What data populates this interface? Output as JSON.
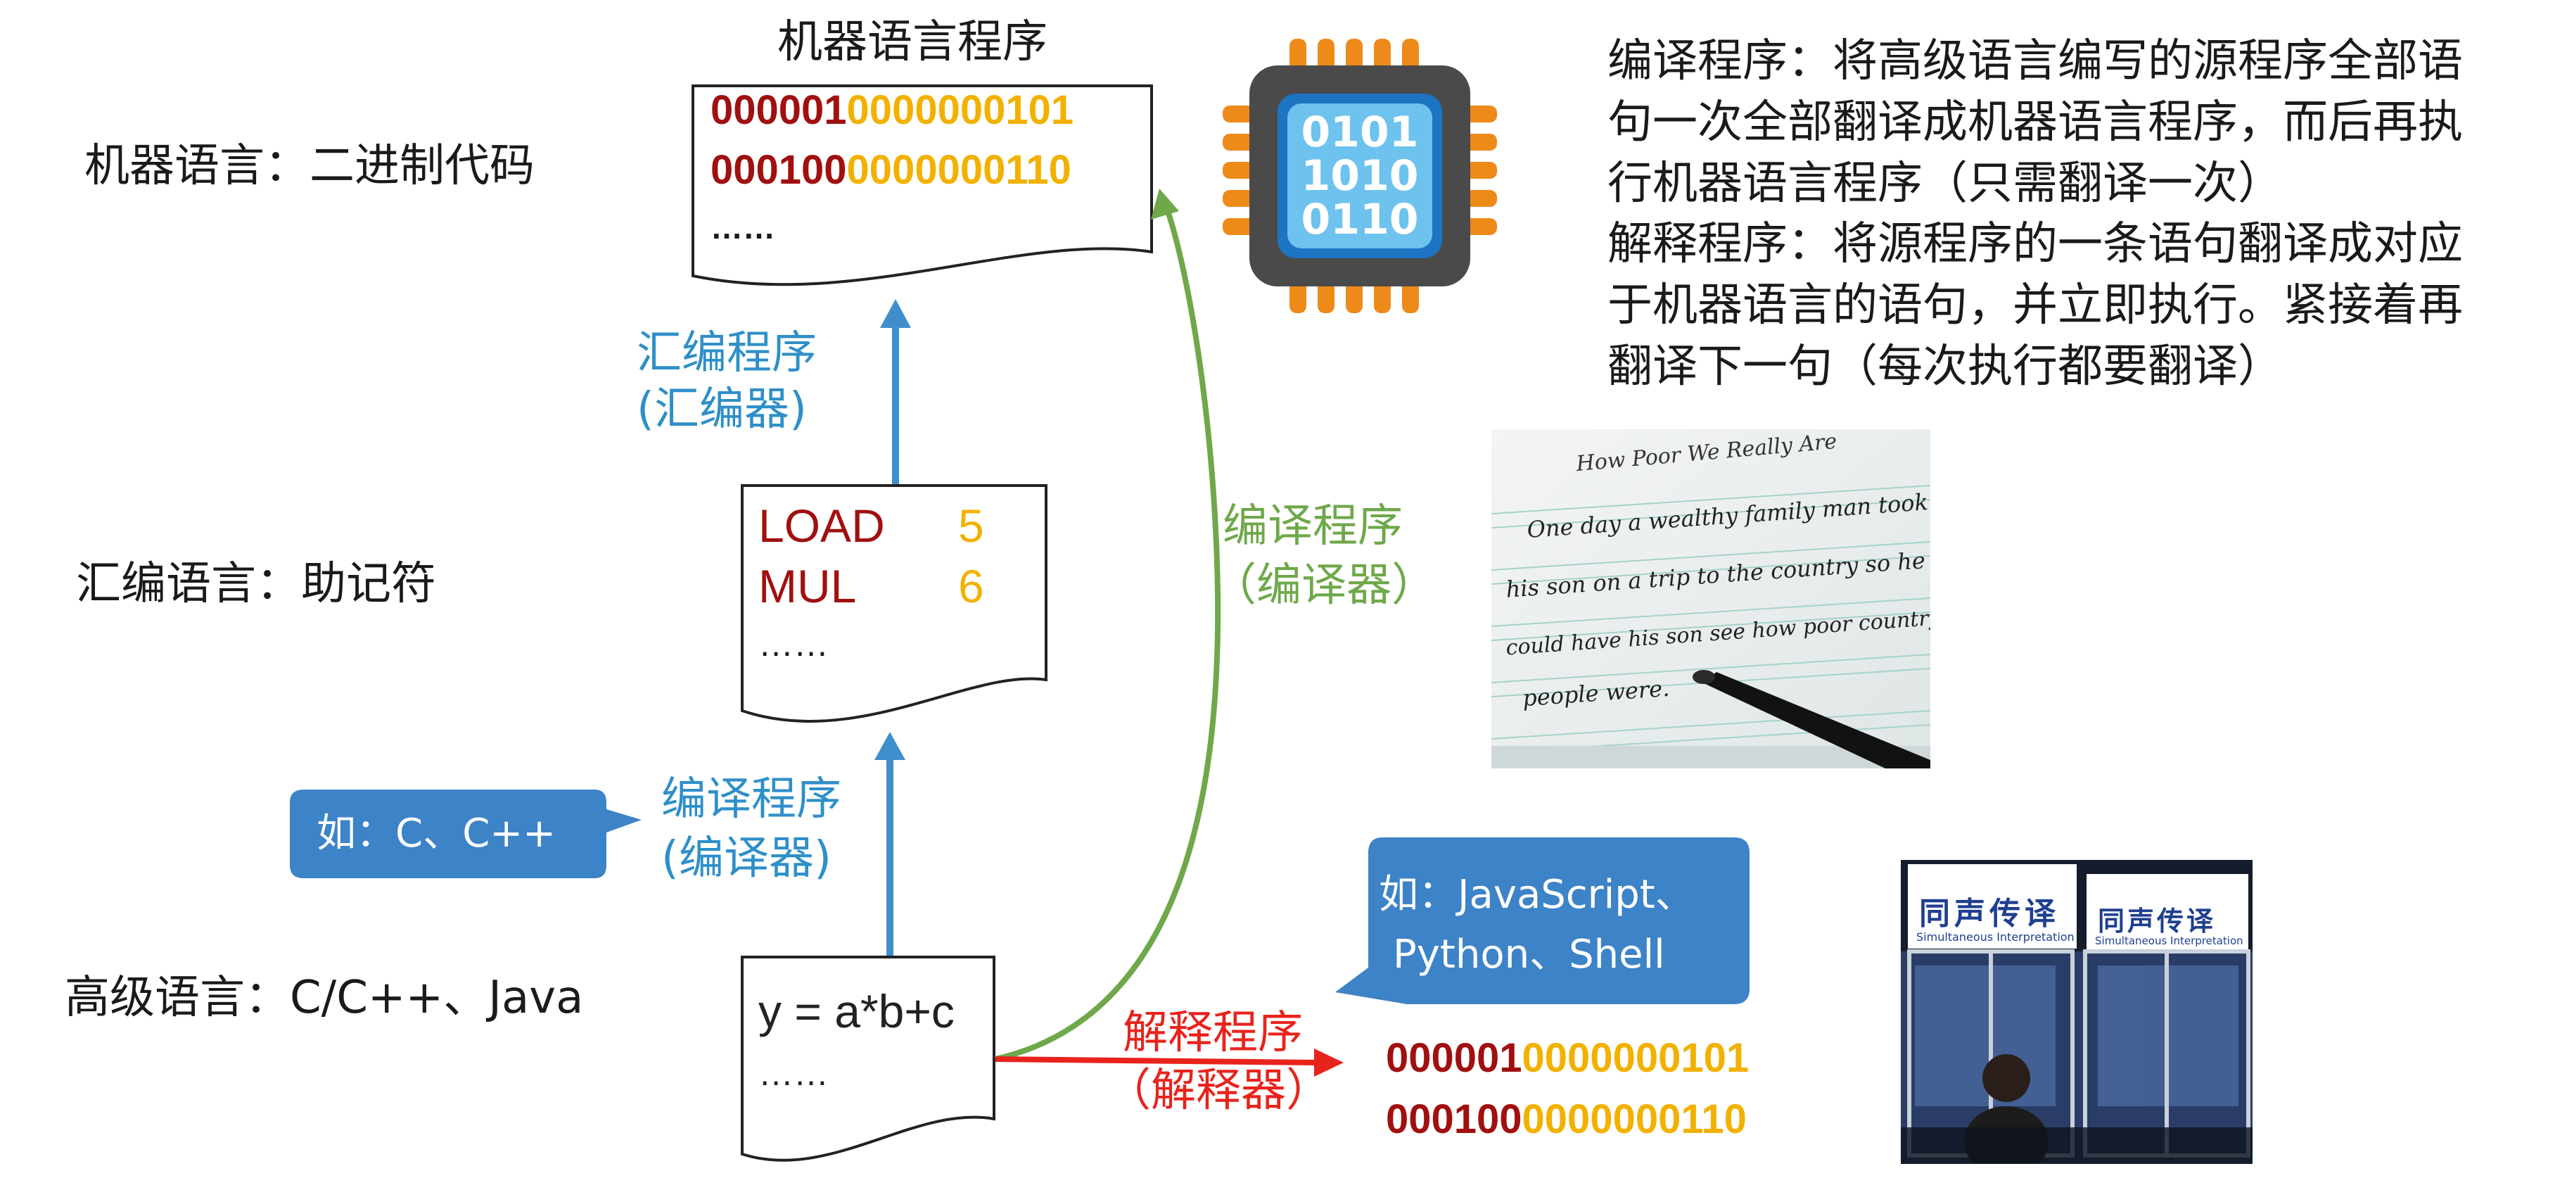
{
  "levels": {
    "machine": "机器语言：二进制代码",
    "assembly": "汇编语言：助记符",
    "high": "高级语言：C/C++、Java"
  },
  "machine_doc": {
    "title": "机器语言程序",
    "line1_opcode": "000001",
    "line1_operand": "0000000101",
    "line2_opcode": "000100",
    "line2_operand": "0000000110",
    "ellipsis": "……"
  },
  "asm_doc": {
    "line1_op": "LOAD",
    "line1_arg": "5",
    "line2_op": "MUL",
    "line2_arg": "6",
    "ellipsis": "……"
  },
  "src_doc": {
    "line1": "y = a*b+c",
    "ellipsis": "……"
  },
  "interp_output": {
    "line1_opcode": "000001",
    "line1_operand": "0000000101",
    "line2_opcode": "000100",
    "line2_operand": "0000000110"
  },
  "arrows": {
    "assembler_line1": "汇编程序",
    "assembler_line2": "(汇编器)",
    "compiler_left_line1": "编译程序",
    "compiler_left_line2": "(编译器)",
    "compiler_right_line1": "编译程序",
    "compiler_right_line2": "（编译器）",
    "interpreter_line1": "解释程序",
    "interpreter_line2": "（解释器）"
  },
  "bubbles": {
    "compiled_example": "如：C、C++",
    "interpreted_line1": "如：JavaScript、",
    "interpreted_line2": "Python、Shell"
  },
  "chip": {
    "row1": "0101",
    "row2": "1010",
    "row3": "0110"
  },
  "notes": {
    "compile": "编译程序：将高级语言编写的源程序全部语句一次全部翻译成机器语言程序，而后再执行机器语言程序（只需翻译一次）",
    "interpret": "解释程序：将源程序的一条语句翻译成对应于机器语言的语句，并立即执行。紧接着再翻译下一句（每次执行都要翻译）"
  },
  "photo_handwriting": {
    "title": "How Poor We Really Are",
    "line1": "One day a wealthy family man took",
    "line2": "his son on a trip to the country so he",
    "line3": "could have his son see how poor country",
    "line4": "people were."
  },
  "photo_booth": {
    "sign": "同声传译",
    "sign_en": "Simultaneous Interpretation"
  },
  "colors": {
    "opcode_red": "#a01010",
    "operand_yellow": "#f2b100",
    "assembler_blue": "#2f8fc8",
    "compiler_green": "#6fa84a",
    "interpreter_red": "#e8231c",
    "bubble_blue": "#3d83c7"
  }
}
